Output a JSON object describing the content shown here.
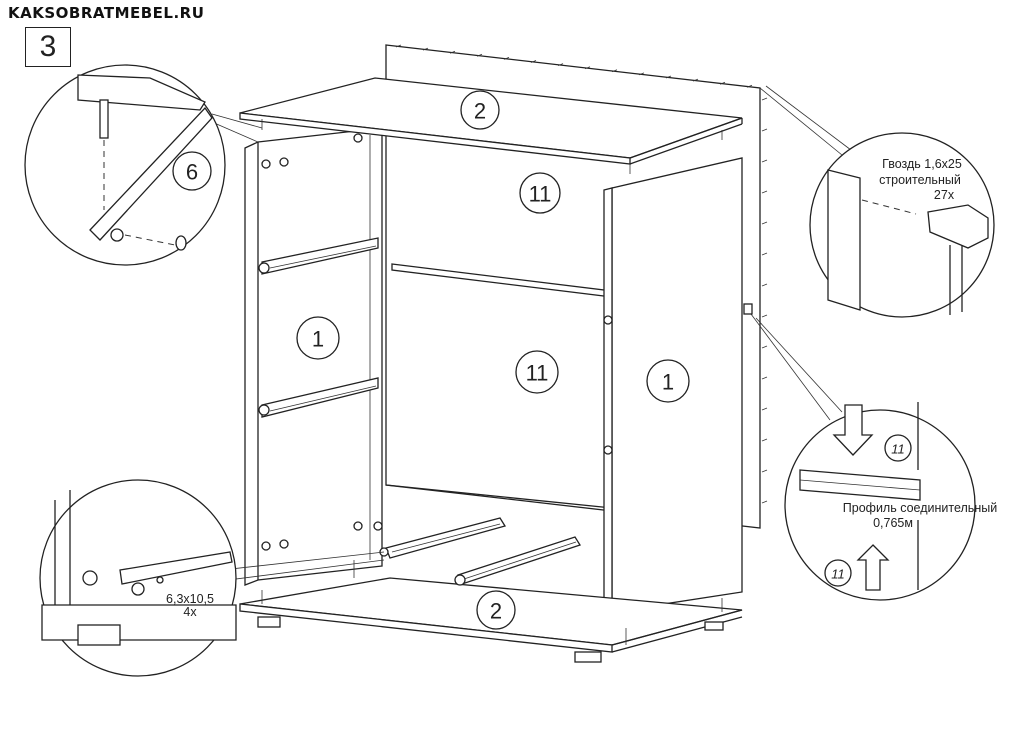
{
  "watermark": "KAKSOBRATMEBEL.RU",
  "step_number": "3",
  "parts": {
    "top_panel": "2",
    "bottom_panel": "2",
    "side_left": "1",
    "side_right": "1",
    "back_upper": "11",
    "back_lower": "11",
    "detail_top_left": "6",
    "detail_right_upper": "11",
    "detail_right_lower": "11"
  },
  "callouts": {
    "nail_line1": "Гвоздь 1,6х25",
    "nail_line2": "строительный",
    "nail_line3": "27х",
    "profile_line1": "Профиль соединительный",
    "profile_line2": "0,765м",
    "screw_line1": "6,3х10,5",
    "screw_line2": "4х"
  }
}
